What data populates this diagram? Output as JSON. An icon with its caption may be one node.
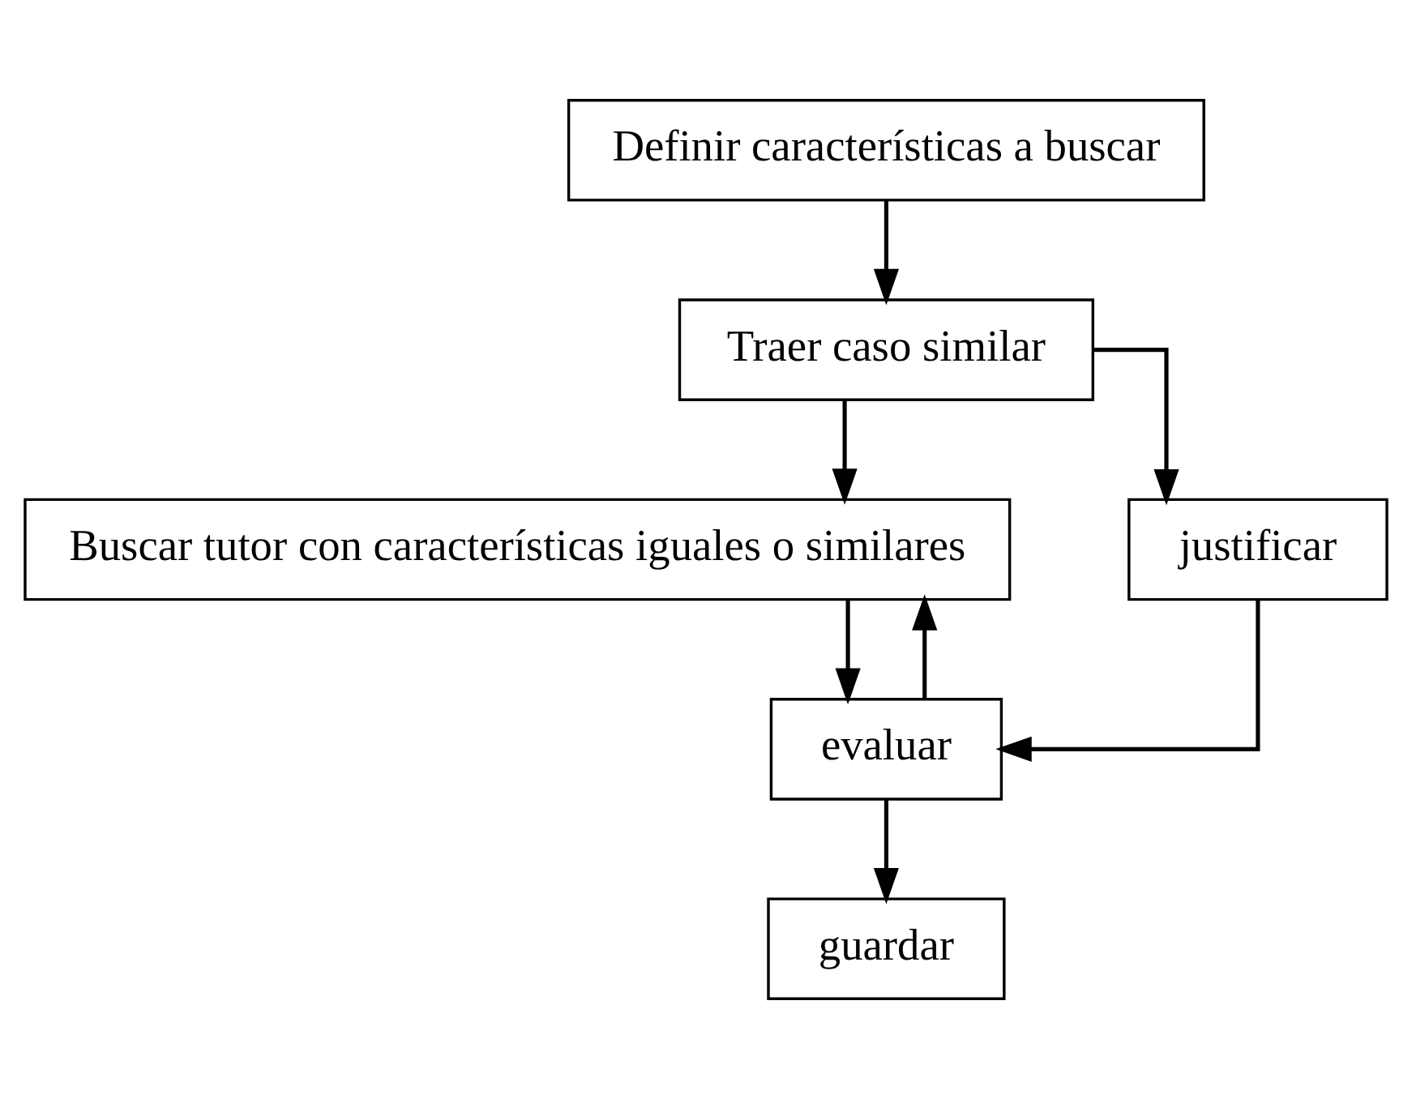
{
  "diagram": {
    "nodes": [
      {
        "text": [
          "Definir características a buscar"
        ]
      },
      {
        "text": [
          "Traer caso similar"
        ]
      },
      {
        "text": [
          "Buscar tutor con características iguales o similares"
        ]
      },
      {
        "text": [
          "justificar"
        ]
      },
      {
        "text": [
          "evaluar"
        ]
      },
      {
        "text": [
          "guardar"
        ]
      }
    ],
    "edges": [
      {
        "from": 0,
        "to": 1,
        "arrow": "to"
      },
      {
        "from": 1,
        "to": 2,
        "arrow": "to"
      },
      {
        "from": 1,
        "to": 3,
        "arrow": "to"
      },
      {
        "from": 2,
        "to": 4,
        "arrow": "to"
      },
      {
        "from": 3,
        "to": 4,
        "arrow": "to"
      },
      {
        "from": 4,
        "to": 2,
        "arrow": "to"
      },
      {
        "from": 4,
        "to": 5,
        "arrow": "to"
      }
    ]
  }
}
